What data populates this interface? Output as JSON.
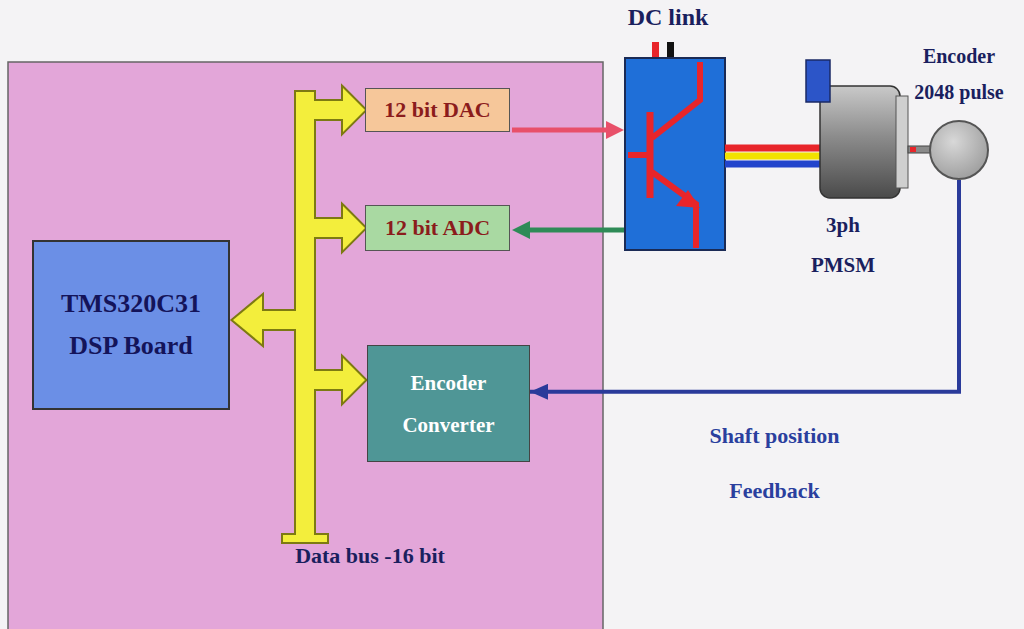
{
  "diagram": {
    "nodes": [
      {
        "text": [
          "TMS320C31 DSP Board"
        ]
      },
      {
        "text": [
          "12 bit DAC"
        ]
      },
      {
        "text": [
          "12 bit ADC"
        ]
      },
      {
        "text": [
          "Encoder Converter"
        ]
      },
      {
        "text": [
          "3ph PMSM"
        ]
      },
      {
        "text": [
          "Encoder 2048 pulse"
        ]
      }
    ],
    "edges": [
      {
        "from": 5,
        "to": 3,
        "label": "Shaft position Feedback",
        "arrow": "to"
      }
    ],
    "labels": [
      "DC link",
      "Data bus -16 bit"
    ]
  }
}
